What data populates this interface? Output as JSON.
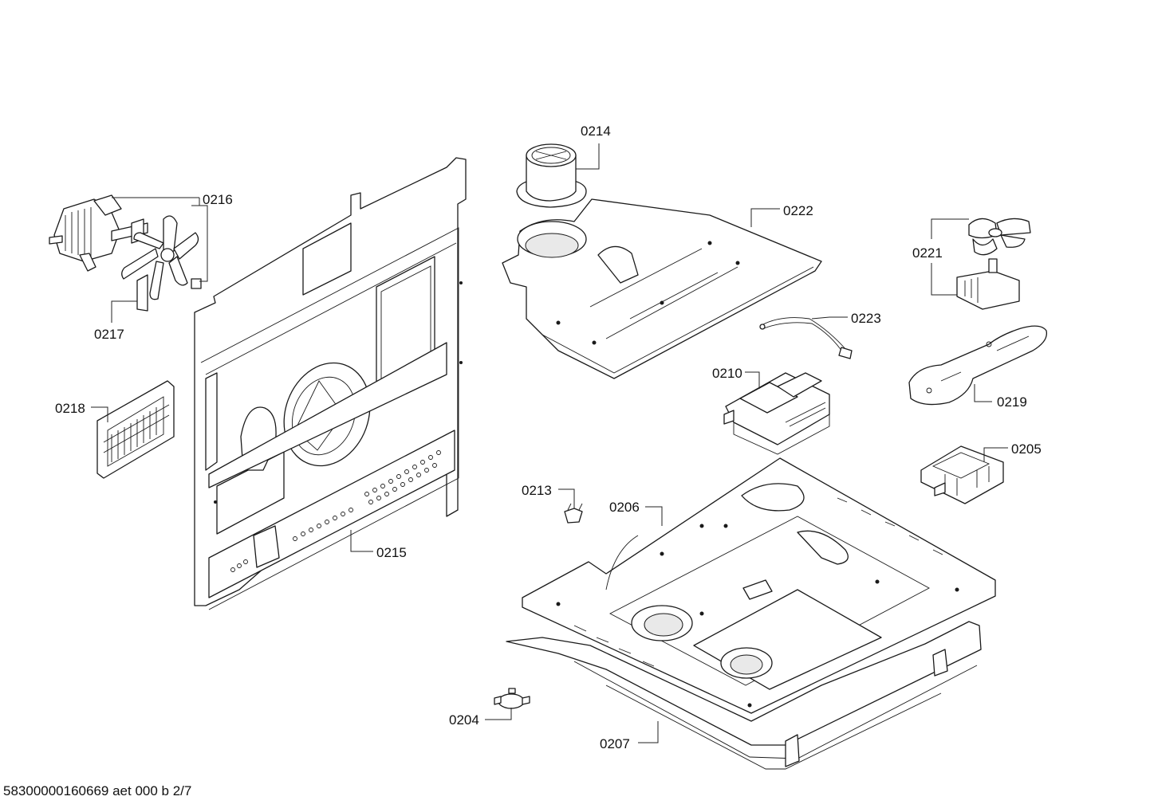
{
  "parts": [
    {
      "id": "p0214",
      "number": "0214"
    },
    {
      "id": "p0216",
      "number": "0216"
    },
    {
      "id": "p0222",
      "number": "0222"
    },
    {
      "id": "p0221",
      "number": "0221"
    },
    {
      "id": "p0223",
      "number": "0223"
    },
    {
      "id": "p0217",
      "number": "0217"
    },
    {
      "id": "p0210",
      "number": "0210"
    },
    {
      "id": "p0219",
      "number": "0219"
    },
    {
      "id": "p0218",
      "number": "0218"
    },
    {
      "id": "p0205",
      "number": "0205"
    },
    {
      "id": "p0213",
      "number": "0213"
    },
    {
      "id": "p0206",
      "number": "0206"
    },
    {
      "id": "p0215",
      "number": "0215"
    },
    {
      "id": "p0204",
      "number": "0204"
    },
    {
      "id": "p0207",
      "number": "0207"
    }
  ],
  "footer": "58300000160669 aet 000 b 2/7"
}
